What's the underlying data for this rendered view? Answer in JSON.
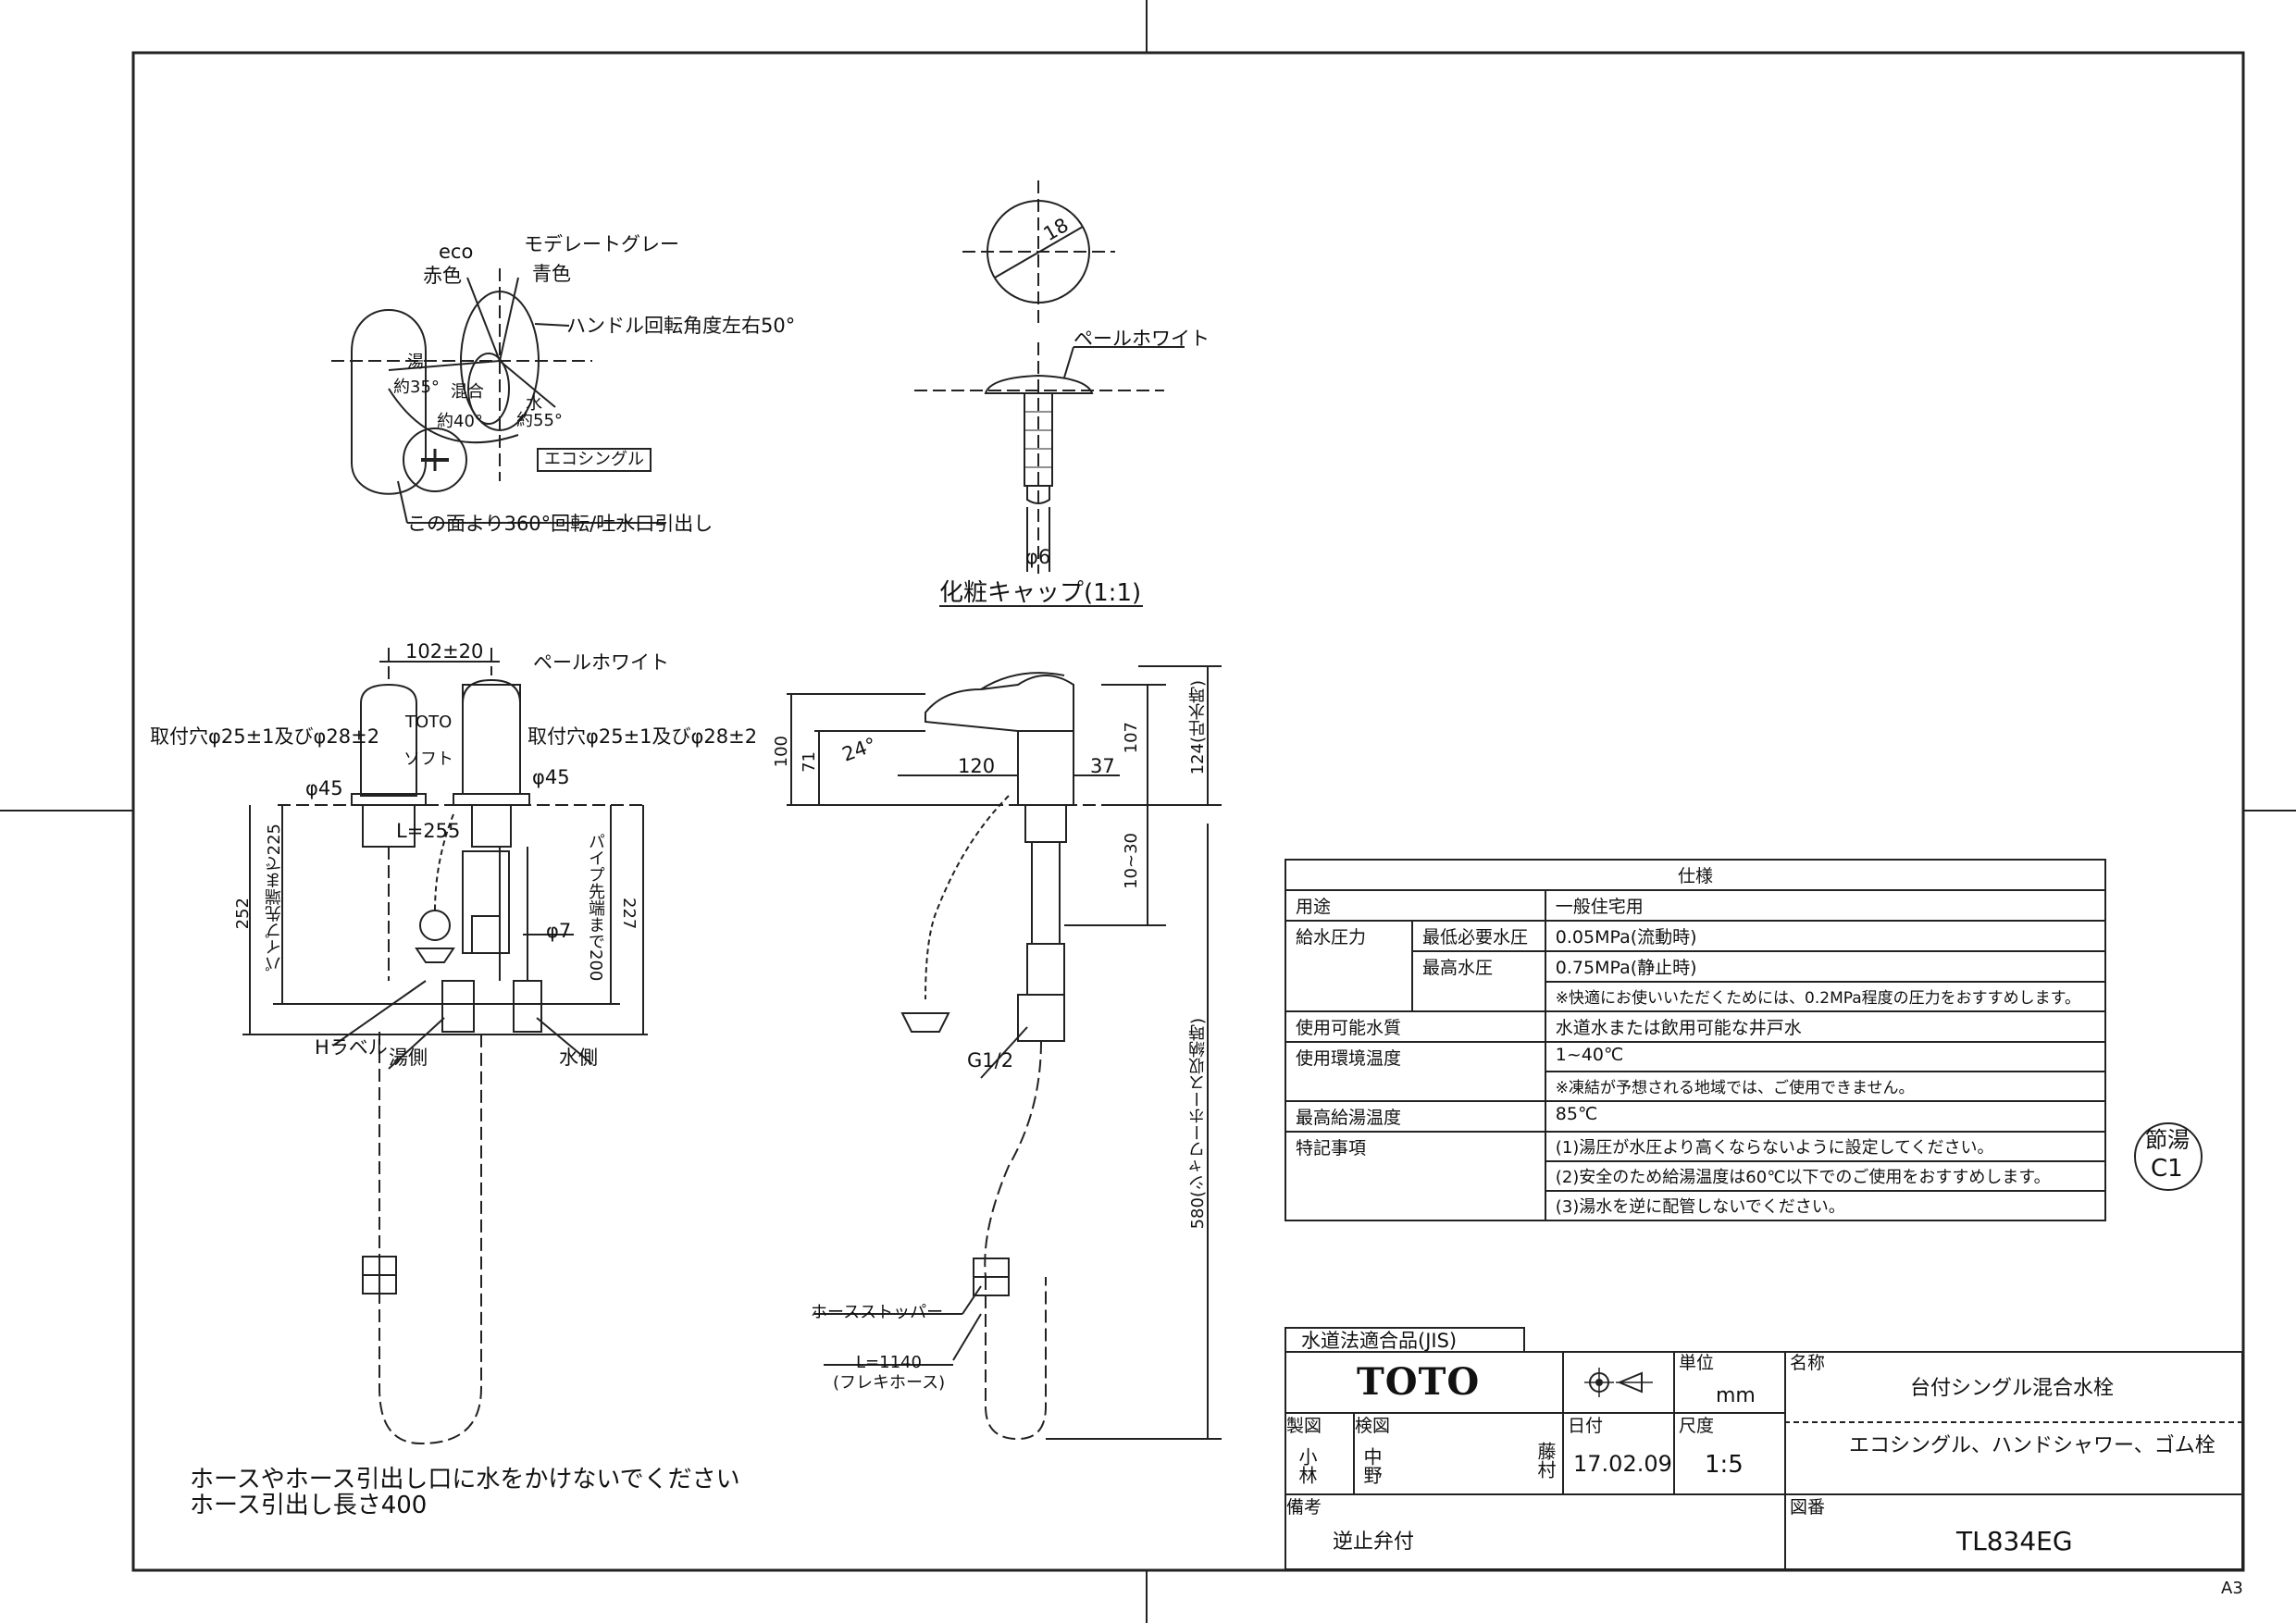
{
  "notes": {
    "hose_warning": "ホースやホース引出し口に水をかけないでください",
    "hose_length": "ホース引出し長さ400",
    "size": "A3"
  },
  "top_view": {
    "eco": "eco",
    "moderate_gray": "モデレートグレー",
    "red": "赤色",
    "blue": "青色",
    "handle_angle": "ハンドル回転角度左右50°",
    "hot": "湯",
    "hot_angle": "約35°",
    "mix": "混合",
    "mix_angle": "約40°",
    "water": "水",
    "water_angle": "約55°",
    "eco_single": "エコシングル",
    "rotate": "この面より360°回転/吐水口引出し"
  },
  "cap_view": {
    "diameter": "18",
    "color": "ペールホワイト",
    "pin": "φ6",
    "title": "化粧キャップ(1:1)"
  },
  "front_view": {
    "spacing": "102±20",
    "color": "ペールホワイト",
    "brand": "TOTO",
    "soft": "ソフト",
    "hole_left": "取付穴φ25±1及びφ28±2",
    "hole_right": "取付穴φ25±1及びφ28±2",
    "dia_left": "φ45",
    "dia_right": "φ45",
    "L255": "L=255",
    "h252": "252",
    "pipe225": "パイプ先端まで225",
    "pipe200": "パイプ先端まで200",
    "h227": "227",
    "dia7": "φ7",
    "h_label": "Hラベル",
    "hot_side": "湯側",
    "water_side": "水側"
  },
  "side_view": {
    "h100": "100",
    "h71": "71",
    "angle24": "24°",
    "w120": "120",
    "w37": "37",
    "h107": "107",
    "h124": "124(吐水時)",
    "h1030": "10~30",
    "g12": "G1/2",
    "h580": "580(シャワーホース収納時)",
    "stopper": "ホースストッパー",
    "L1140": "L=1140",
    "flex": "(フレキホース)"
  },
  "spec": {
    "title": "仕様",
    "rows": {
      "use_label": "用途",
      "use_value": "一般住宅用",
      "pressure_label": "給水圧力",
      "min_label": "最低必要水圧",
      "min_value": "0.05MPa(流動時)",
      "max_label": "最高水圧",
      "max_value": "0.75MPa(静止時)",
      "pressure_note": "※快適にお使いいただくためには、0.2MPa程度の圧力をおすすめします。",
      "water_label": "使用可能水質",
      "water_value": "水道水または飲用可能な井戸水",
      "temp_label": "使用環境温度",
      "temp_value": "1~40℃",
      "temp_note": "※凍結が予想される地域では、ご使用できません。",
      "hot_label": "最高給湯温度",
      "hot_value": "85℃",
      "notes_label": "特記事項",
      "note1": "(1)湯圧が水圧より高くならないように設定してください。",
      "note2": "(2)安全のため給湯温度は60℃以下でのご使用をおすすめします。",
      "note3": "(3)湯水を逆に配管しないでください。"
    }
  },
  "badge": {
    "line1": "節湯",
    "line2": "C1"
  },
  "title_block": {
    "jis": "水道法適合品(JIS)",
    "brand": "TOTO",
    "unit_label": "単位",
    "unit_value": "mm",
    "name_label": "名称",
    "name_value": "台付シングル混合水栓",
    "desc_value": "エコシングル、ハンドシャワー、ゴム栓",
    "drawn_label": "製図",
    "drawn_value": "小林",
    "checked_label": "検図",
    "checked_value": "中野",
    "approved_value": "藤村",
    "date_label": "日付",
    "date_value": "17.02.09",
    "scale_label": "尺度",
    "scale_value": "1:5",
    "remarks_label": "備考",
    "remarks_value": "逆止弁付",
    "number_label": "図番",
    "number_value": "TL834EG"
  }
}
